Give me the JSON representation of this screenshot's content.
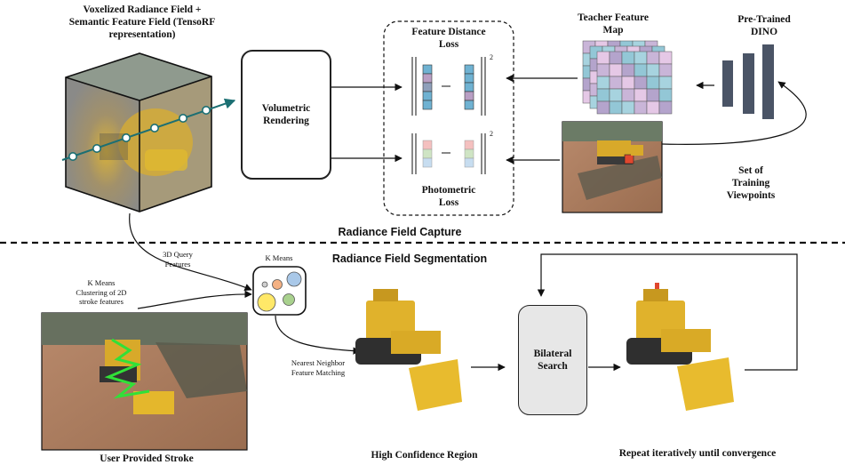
{
  "labels": {
    "voxel_title": "Voxelized Radiance Field +\nSemantic Feature Field (TensoRF\nrepresentation)",
    "volumetric": "Volumetric\nRendering",
    "feature_loss": "Feature Distance\nLoss",
    "photometric_loss": "Photometric\nLoss",
    "teacher": "Teacher Feature\nMap",
    "dino": "Pre-Trained\nDINO",
    "viewpoints": "Set of\nTraining\nViewpoints",
    "exp2": "2",
    "capture": "Radiance Field Capture",
    "segmentation": "Radiance Field Segmentation",
    "query_features": "3D Query\nFeatures",
    "kmeans_cluster": "K Means\nClustering of 2D\nstroke features",
    "kmeans": "K Means",
    "nn_matching": "Nearest Neighbor\nFeature Matching",
    "bilateral": "Bilateral\nSearch",
    "stroke_caption": "User Provided Stroke",
    "confidence_caption": "High Confidence Region",
    "repeat_caption": "Repeat iteratively until convergence"
  },
  "colors": {
    "ray": "#1b6f73",
    "feature_blue": "#6fb2d2",
    "feature_lilac": "#b99fc4",
    "photo_red": "#f4c0bf",
    "photo_green": "#cfe4c4",
    "photo_blue": "#c7ddf0",
    "dino_bar": "#4a5466",
    "bilateral_fill": "#e7e7e7",
    "km_blue": "#a9c8e8",
    "km_orange": "#f4b183",
    "km_yellow": "#ffe868",
    "km_green": "#a9d18e",
    "km_gray": "#cfcfcf"
  }
}
